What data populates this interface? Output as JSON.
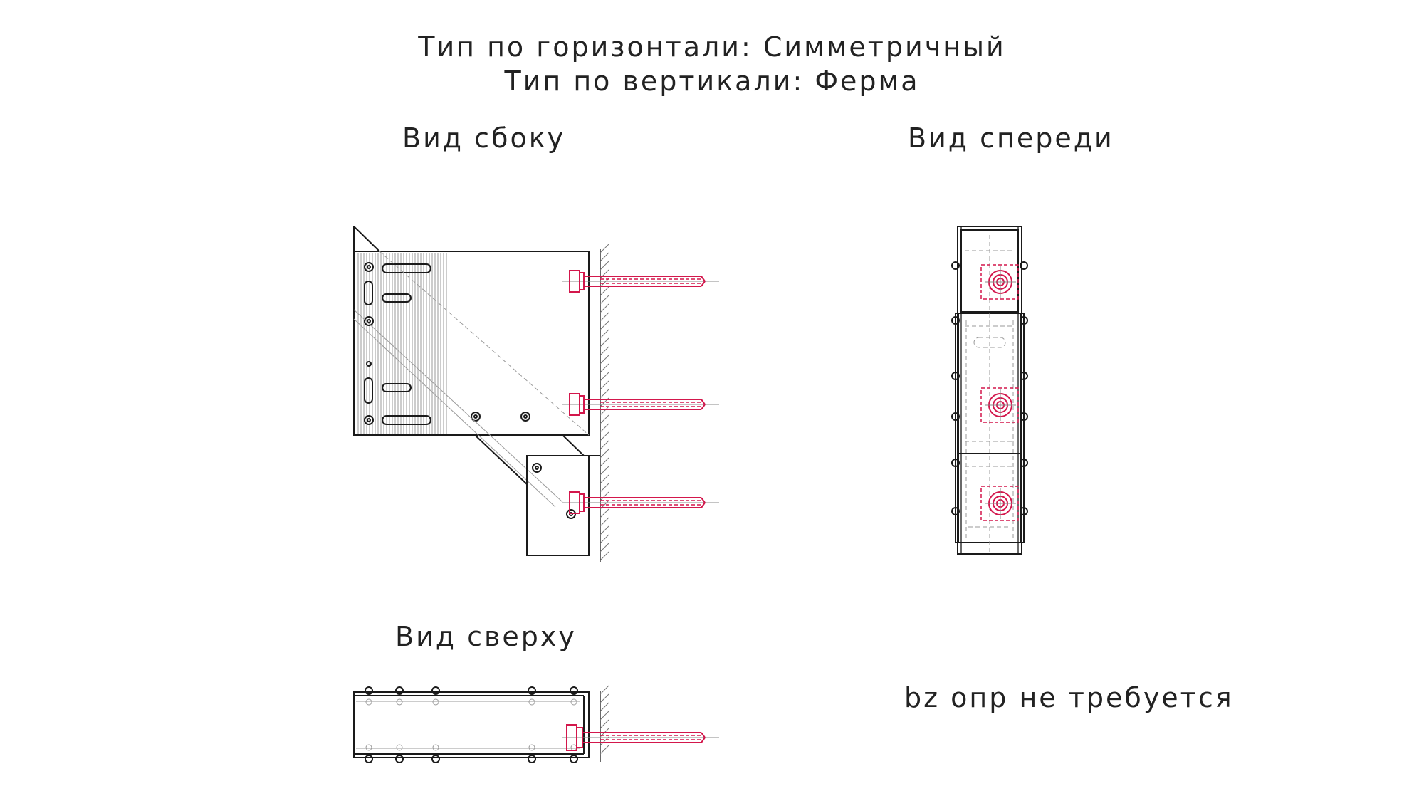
{
  "header": {
    "line1": "Тип по горизонтали: Симметричный",
    "line2": "Тип по вертикали: Ферма"
  },
  "views": {
    "side": "Вид сбоку",
    "front": "Вид спереди",
    "top": "Вид сверху"
  },
  "note": "bz опр не требуется",
  "colors": {
    "line": "#1a1a1a",
    "anchor": "#d3174c",
    "hidden": "#9a9a9a"
  }
}
